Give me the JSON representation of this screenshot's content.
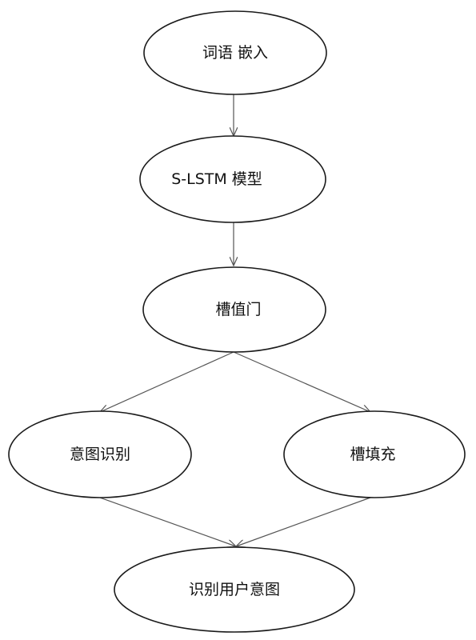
{
  "diagram": {
    "nodes": [
      {
        "id": "word_embedding",
        "label": "词语 嵌入"
      },
      {
        "id": "slstm_model",
        "label": "S-LSTM 模型"
      },
      {
        "id": "slot_gate",
        "label": "槽值门"
      },
      {
        "id": "intent_detection",
        "label": "意图识别"
      },
      {
        "id": "slot_filling",
        "label": "槽填充"
      },
      {
        "id": "user_intent",
        "label": "识别用户意图"
      }
    ],
    "edges": [
      {
        "from": "word_embedding",
        "to": "slstm_model"
      },
      {
        "from": "slstm_model",
        "to": "slot_gate"
      },
      {
        "from": "slot_gate",
        "to": "intent_detection"
      },
      {
        "from": "slot_gate",
        "to": "slot_filling"
      },
      {
        "from": "intent_detection",
        "to": "user_intent"
      },
      {
        "from": "slot_filling",
        "to": "user_intent"
      }
    ]
  },
  "colors": {
    "node_stroke": "#1a1a1a",
    "edge": "#555555",
    "text": "#111111"
  }
}
